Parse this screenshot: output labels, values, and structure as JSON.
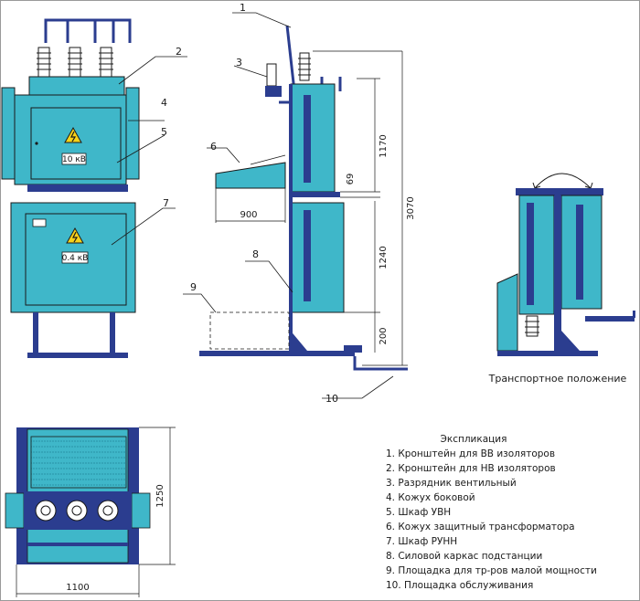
{
  "colors": {
    "body": "#3fb7c9",
    "body_dark": "#2a93a6",
    "frame": "#2b3d8f",
    "line": "#1a1a1a",
    "warning": "#f6d21a"
  },
  "callouts": [
    "1",
    "2",
    "3",
    "4",
    "5",
    "6",
    "7",
    "8",
    "9",
    "10"
  ],
  "front_view": {
    "upper_label": "10 кВ",
    "lower_label": "0.4 кВ"
  },
  "side_view": {
    "dims": {
      "upper_cabinet": "1170",
      "gap": "69",
      "lower_cabinet": "1240",
      "base": "200",
      "total": "3070",
      "hood_length": "900"
    }
  },
  "transport_view": {
    "caption": "Транспортное положение"
  },
  "top_view": {
    "dims": {
      "width": "1100",
      "depth": "1250"
    }
  },
  "legend": {
    "title": "Экспликация",
    "items": [
      "1.  Кронштейн для ВВ изоляторов",
      "2.  Кронштейн для НВ изоляторов",
      "3.  Разрядник вентильный",
      "4.  Кожух боковой",
      "5.  Шкаф УВН",
      "6.  Кожух защитный трансформатора",
      "7.  Шкаф РУНН",
      "8.  Силовой каркас подстанции",
      "9.  Площадка для тр-ров малой мощности",
      "10.  Площадка обслуживания"
    ]
  }
}
